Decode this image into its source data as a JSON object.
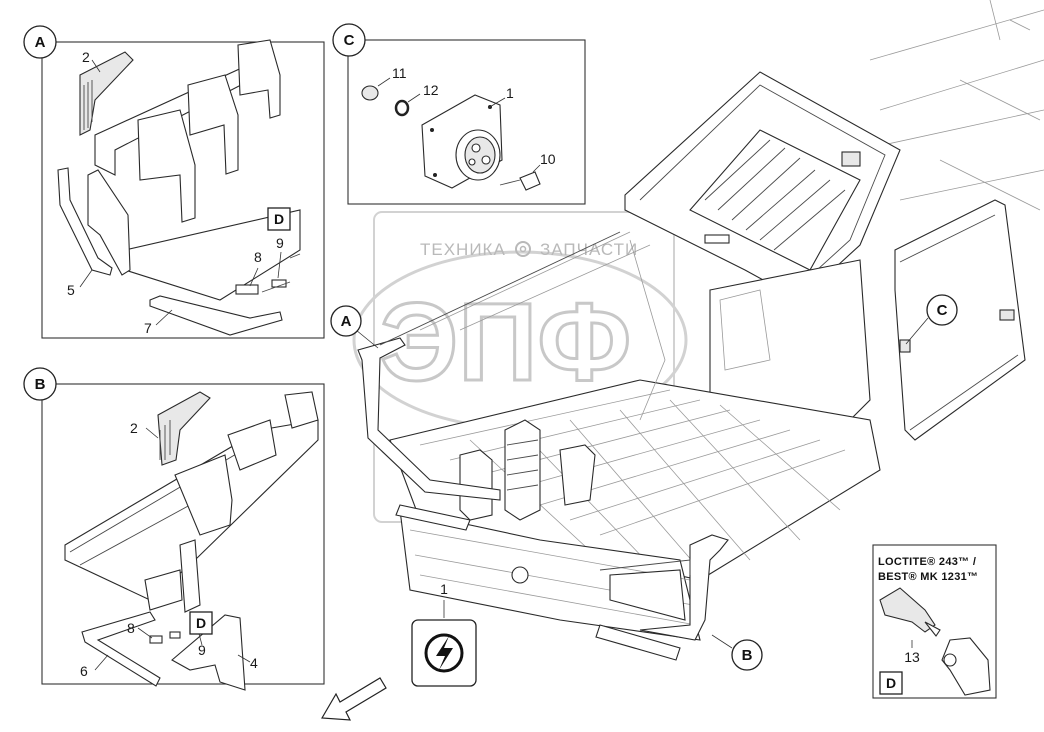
{
  "detail_views": {
    "A": {
      "letter": "A",
      "callouts": [
        "2",
        "5",
        "7",
        "8",
        "9"
      ],
      "ref_box": "D"
    },
    "B": {
      "letter": "B",
      "callouts": [
        "2",
        "6",
        "8",
        "9",
        "4"
      ],
      "ref_box": "D"
    },
    "C": {
      "letter": "C",
      "callouts": [
        "11",
        "12",
        "1",
        "10"
      ]
    }
  },
  "main_view": {
    "callout_A": "A",
    "callout_B": "B",
    "callout_C": "C",
    "power_callout": "1"
  },
  "loctite_box": {
    "line1": "LOCTITE® 243™ /",
    "line2": "BEST® MK 1231™",
    "callout": "13",
    "ref_box": "D"
  },
  "watermark": {
    "line": "ТЕХНИКА",
    "line2": "ЗАПЧАСТИ",
    "logo": "ЭПФ"
  },
  "icons": [
    "electrical-power-icon",
    "direction-arrow-icon",
    "gear-icon"
  ]
}
